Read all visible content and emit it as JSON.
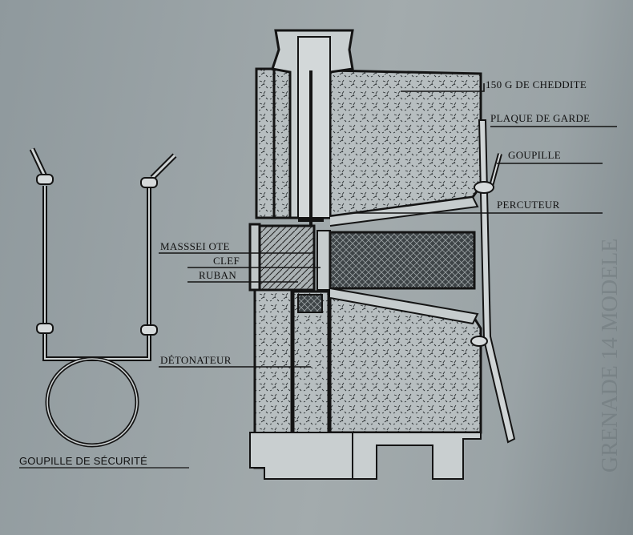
{
  "labels": {
    "cheddite": "150 G DE CHEDDITE",
    "plaque": "PLAQUE DE GARDE",
    "goupille": "GOUPILLE",
    "percuteur": "PERCUTEUR",
    "masselotte": "MASSSEI OTE",
    "clef": "CLEF",
    "ruban": "RUBAN",
    "detonateur": "DÉTONATEUR"
  },
  "caption": "GOUPILLE DE SÉCURITÉ",
  "bleed_text": "GRENADE 14 MODELE",
  "colors": {
    "paper": "#9aa3a6",
    "ink": "#111111",
    "fill_charge": "#b9c0c2",
    "fill_mass": "#a7aeb0"
  }
}
